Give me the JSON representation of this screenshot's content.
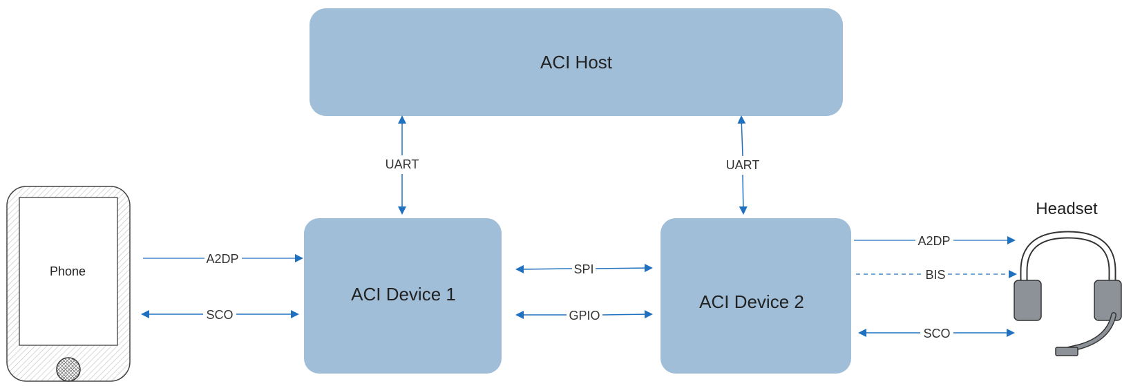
{
  "colors": {
    "box_fill": "#a0bed8",
    "arrow": "#2070c0",
    "device_outline": "#555555",
    "headset_fill": "#8c9297"
  },
  "nodes": {
    "host": "ACI Host",
    "device1": "ACI Device 1",
    "device2": "ACI Device 2",
    "phone": "Phone",
    "headset": "Headset"
  },
  "links": {
    "host_dev1": "UART",
    "host_dev2": "UART",
    "phone_dev1_a2dp": "A2DP",
    "phone_dev1_sco": "SCO",
    "dev1_dev2_spi": "SPI",
    "dev1_dev2_gpio": "GPIO",
    "dev2_headset_a2dp": "A2DP",
    "dev2_headset_bis": "BIS",
    "dev2_headset_sco": "SCO"
  }
}
